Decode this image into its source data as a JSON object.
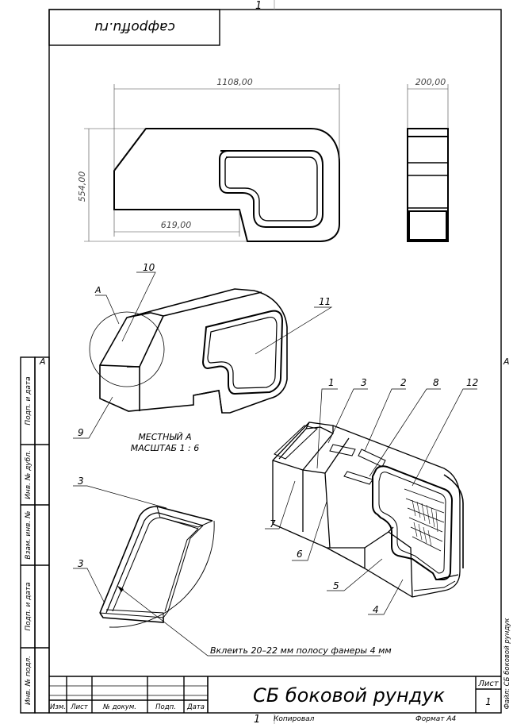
{
  "sheet_marks": {
    "top_number": "1",
    "bottom_number": "1",
    "left_marker": "A",
    "right_marker": "A"
  },
  "mirrored_stamp": "сафроffu.ru",
  "dimensions": {
    "overall_length": "1108,00",
    "height": "554,00",
    "bottom_length": "619,00",
    "width": "200,00"
  },
  "callouts": {
    "view_letter": "A",
    "p1": "1",
    "p2": "2",
    "p3": "3",
    "p4": "4",
    "p5": "5",
    "p6": "6",
    "p7": "7",
    "p8": "8",
    "p9": "9",
    "p10": "10",
    "p11": "11",
    "p12": "12",
    "detail_p3a": "3",
    "detail_p3b": "3"
  },
  "detail_view": {
    "line1": "МЕСТНЫЙ А",
    "line2": "МАСШТАБ 1 : 6"
  },
  "note": "Вклеить 20–22 мм полосу фанеры 4 мм",
  "side_stamp": [
    "Подп. и дата",
    "Инв. № дубл.",
    "Взам. инв. №",
    "Подп. и дата",
    "Инв. № подл."
  ],
  "title_block": {
    "title": "СБ боковой рундук",
    "sheet_label": "Лист",
    "sheet_number": "1",
    "cols": [
      "Изм.",
      "Лист",
      "№ докум.",
      "Подп.",
      "Дата"
    ]
  },
  "footer": {
    "copied": "Копировал",
    "format": "Формат А4"
  },
  "file_label": "Файл: СБ боковой рундук"
}
